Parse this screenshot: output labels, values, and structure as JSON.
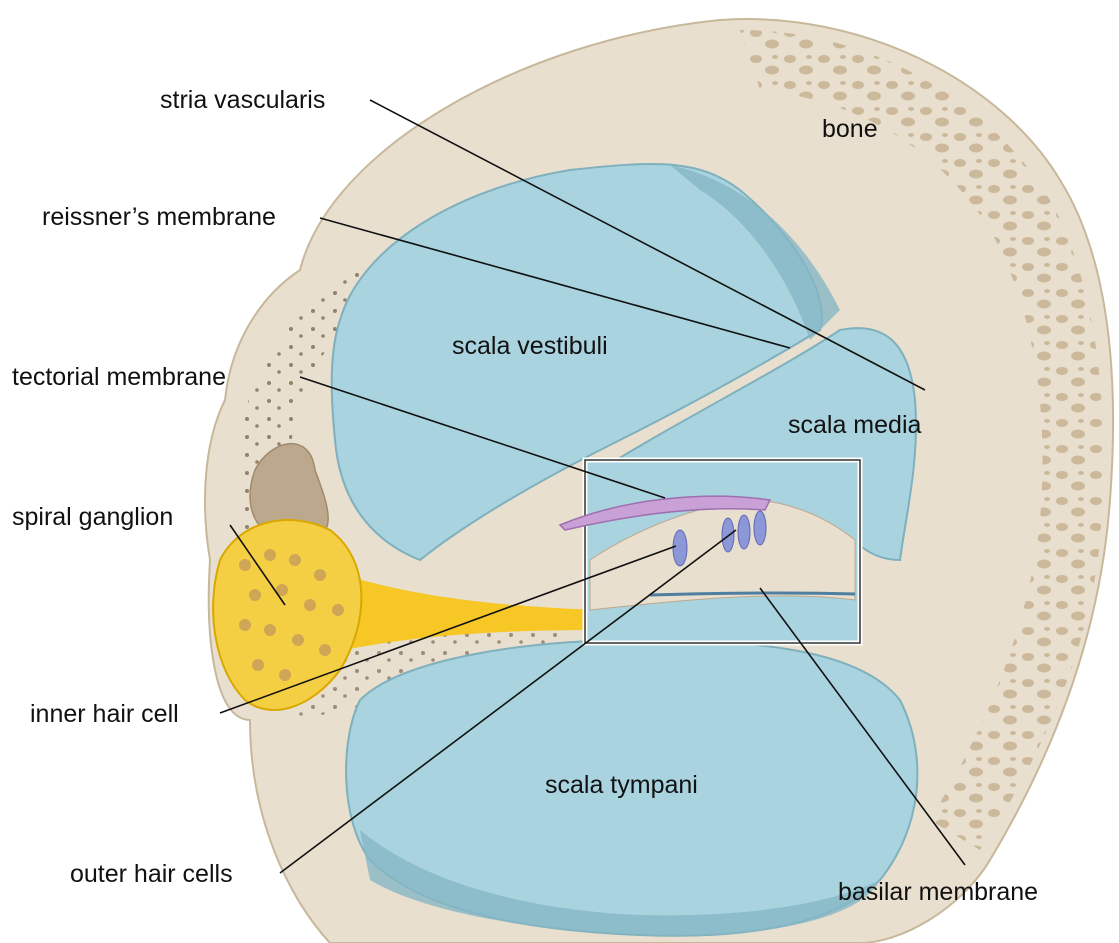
{
  "labels": {
    "stria_vascularis": "stria vascularis",
    "reissners_membrane": "reissner’s membrane",
    "tectorial_membrane": "tectorial membrane",
    "spiral_ganglion": "spiral ganglion",
    "inner_hair_cell": "inner hair cell",
    "outer_hair_cells": "outer hair cells",
    "bone": "bone",
    "scala_vestibuli": "scala vestibuli",
    "scala_media": "scala media",
    "scala_tympani": "scala tympani",
    "basilar_membrane": "basilar membrane"
  },
  "colors": {
    "bone": "#e9dfcf",
    "bone_dark": "#d7c7ad",
    "fluid": "#a8d3df",
    "fluid_shadow": "#86b7c4",
    "nerve": "#f7c51b",
    "tectorial": "#c9a1d6",
    "hair_cells": "#8c97d8"
  }
}
